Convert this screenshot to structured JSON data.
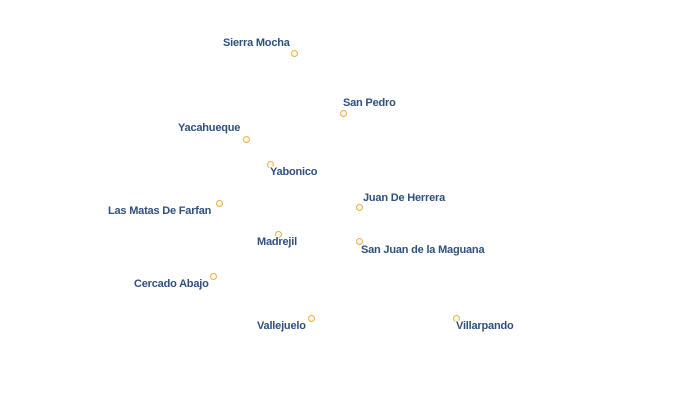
{
  "map": {
    "places": [
      {
        "key": "sierra_mocha",
        "name": "Sierra Mocha"
      },
      {
        "key": "san_pedro",
        "name": "San Pedro"
      },
      {
        "key": "yacahueque",
        "name": "Yacahueque"
      },
      {
        "key": "yabonico",
        "name": "Yabonico"
      },
      {
        "key": "juan_de_herrera",
        "name": "Juan De Herrera"
      },
      {
        "key": "las_matas_de_farfan",
        "name": "Las Matas De Farfan"
      },
      {
        "key": "madrejil",
        "name": "Madrejil"
      },
      {
        "key": "san_juan_de_la_maguana",
        "name": "San Juan de la Maguana"
      },
      {
        "key": "cercado_abajo",
        "name": "Cercado Abajo"
      },
      {
        "key": "vallejuelo",
        "name": "Vallejuelo"
      },
      {
        "key": "villarpando",
        "name": "Villarpando"
      }
    ],
    "colors": {
      "marker_stroke": "#e8b04a",
      "label_text": "#2f4f7f",
      "background": "#ffffff"
    }
  }
}
